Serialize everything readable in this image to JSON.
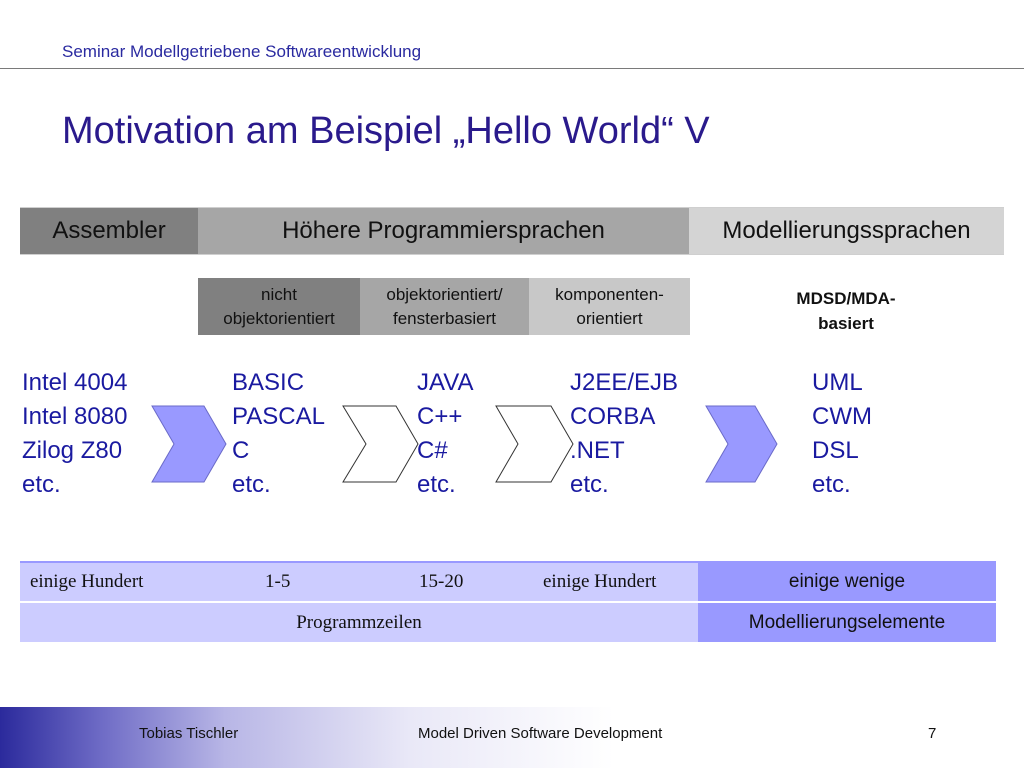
{
  "header": {
    "title": "Seminar Modellgetriebene Softwareentwicklung"
  },
  "slide_title": "Motivation am Beispiel „Hello World“  V",
  "categories": [
    "Assembler",
    "Höhere Programmiersprachen",
    "Modellierungssprachen"
  ],
  "subcategories": [
    "nicht\nobjektorientiert",
    "objektorientiert/\nfensterbasiert",
    "komponenten-\norientiert"
  ],
  "mdsd_label": "MDSD/MDA-\nbasiert",
  "language_columns": [
    "Intel 4004\nIntel 8080\nZilog Z80\netc.",
    "BASIC\nPASCAL\nC\netc.",
    "JAVA\nC++\nC#\netc.",
    "J2EE/EJB\nCORBA\n.NET\netc.",
    "UML\nCWM\nDSL\netc."
  ],
  "table": {
    "row1": [
      "einige Hundert",
      "1-5",
      "15-20",
      "einige Hundert",
      "einige wenige"
    ],
    "row2": [
      "Programmzeilen",
      "Modellierungselemente"
    ]
  },
  "footer": {
    "author": "Tobias Tischler",
    "course": "Model Driven Software Development",
    "page": "7"
  },
  "colors": {
    "accent_blue": "#9999ff",
    "light_blue": "#ccccff",
    "title_blue": "#2a1a8c"
  }
}
